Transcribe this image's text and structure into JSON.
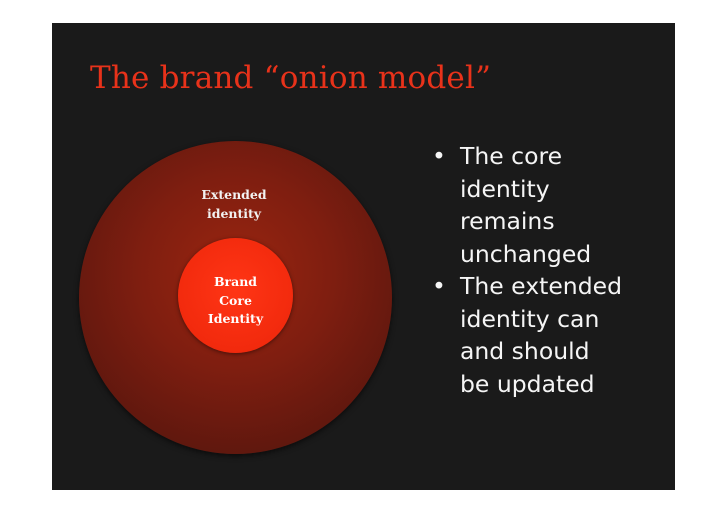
{
  "title": "The brand “onion model”",
  "diagram": {
    "outer_label": [
      "Extended",
      "identity"
    ],
    "inner_label": [
      "Brand",
      "Core",
      "Identity"
    ]
  },
  "bullets": [
    {
      "marker": "•",
      "lines": [
        "The core",
        "identity",
        "remains",
        "unchanged"
      ]
    },
    {
      "marker": "•",
      "lines": [
        "The extended",
        "identity can",
        "and should",
        "be updated"
      ]
    }
  ]
}
